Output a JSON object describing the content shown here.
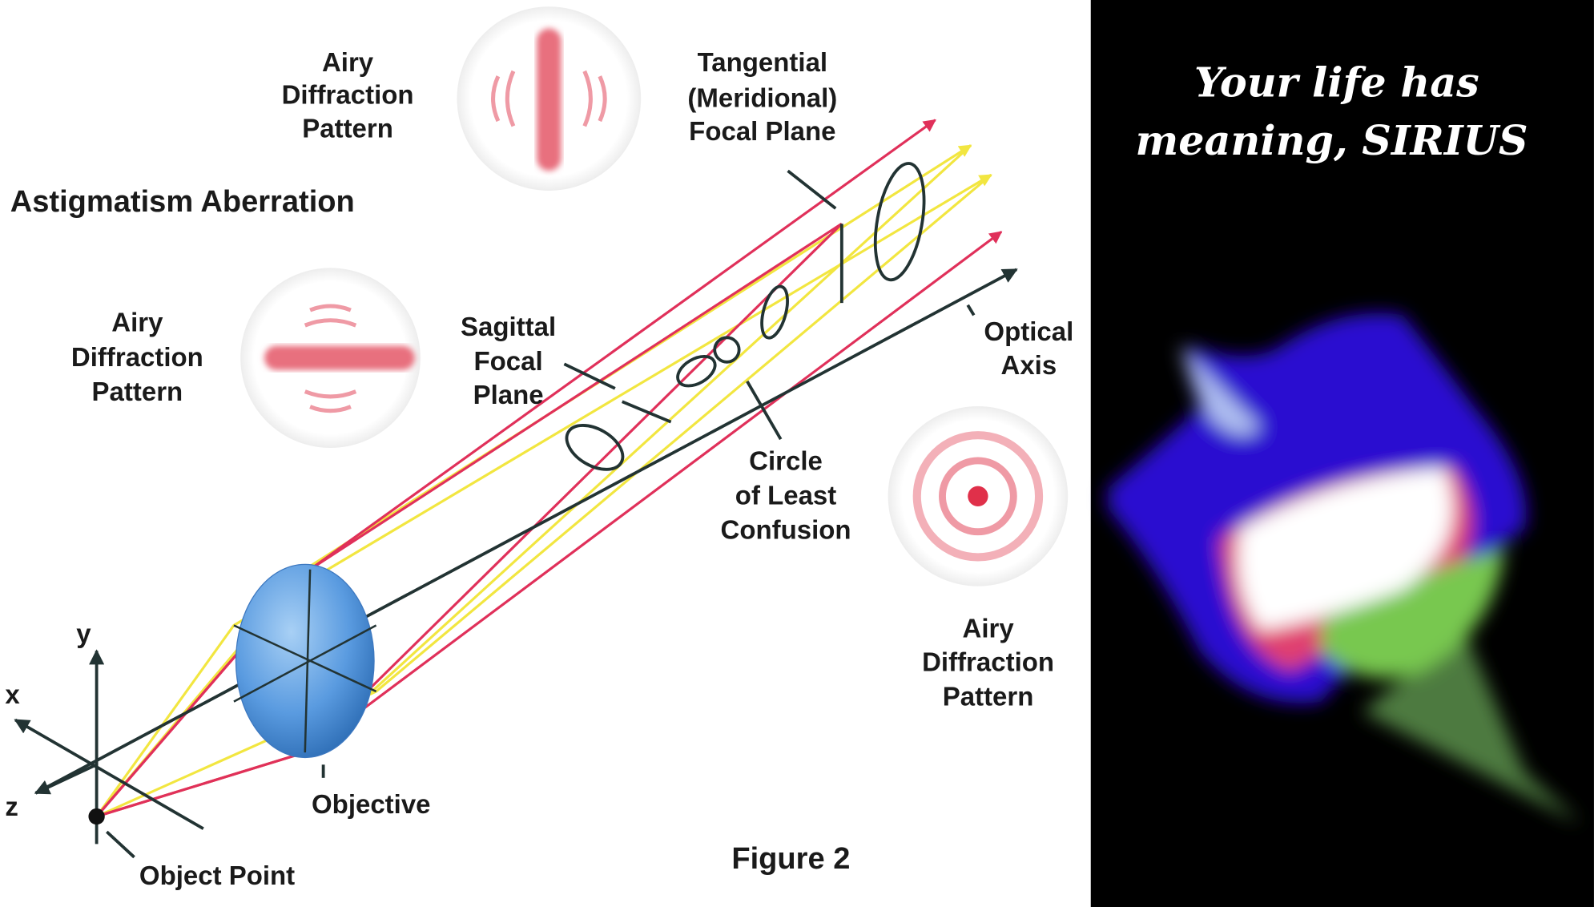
{
  "diagram": {
    "title": "Astigmatism Aberration",
    "figure_label": "Figure 2",
    "labels": {
      "airy_top": [
        "Airy",
        "Diffraction",
        "Pattern"
      ],
      "tangential": [
        "Tangential",
        "(Meridional)",
        "Focal Plane"
      ],
      "airy_left": [
        "Airy",
        "Diffraction",
        "Pattern"
      ],
      "sagittal": [
        "Sagittal",
        "Focal",
        "Plane"
      ],
      "optical_axis": [
        "Optical",
        "Axis"
      ],
      "circle_least": [
        "Circle",
        "of Least",
        "Confusion"
      ],
      "airy_right": [
        "Airy",
        "Diffraction",
        "Pattern"
      ],
      "objective": "Objective",
      "object_point": "Object Point",
      "axis_x": "x",
      "axis_y": "y",
      "axis_z": "z"
    },
    "colors": {
      "red_ray": "#e0305a",
      "yellow_ray": "#f2e640",
      "axis": "#223333",
      "lens": "#5a9be0"
    }
  },
  "caption": {
    "lines": [
      "Your life has",
      "meaning, SIRIUS"
    ]
  }
}
